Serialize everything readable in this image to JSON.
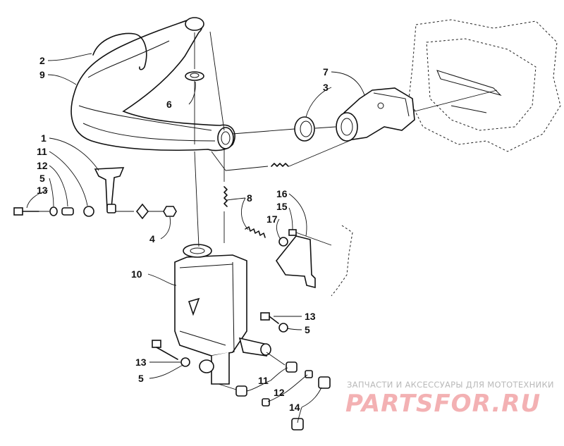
{
  "callouts": {
    "c1": "1",
    "c2": "2",
    "c3": "3",
    "c4": "4",
    "c5a": "5",
    "c5b": "5",
    "c5c": "5",
    "c6": "6",
    "c7": "7",
    "c8": "8",
    "c9": "9",
    "c10": "10",
    "c11a": "11",
    "c11b": "11",
    "c12a": "12",
    "c12b": "12",
    "c13a": "13",
    "c13b": "13",
    "c13c": "13",
    "c14": "14",
    "c15": "15",
    "c16": "16",
    "c17": "17"
  },
  "watermark": {
    "tagline": "ЗАПЧАСТИ И АКСЕССУАРЫ ДЛЯ МОТОТЕХНИКИ",
    "brand": "PARTSFOR.RU"
  }
}
